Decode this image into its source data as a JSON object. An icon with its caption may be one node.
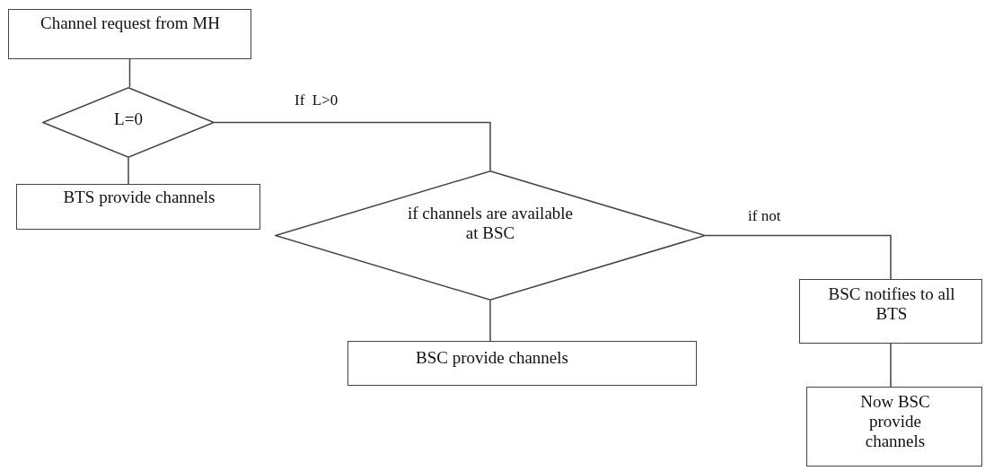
{
  "diagram": {
    "nodes": [
      {
        "text": [
          "Channel request from MH"
        ]
      },
      {
        "text": [
          "L=0"
        ]
      },
      {
        "text": [
          "BTS provide channels"
        ]
      },
      {
        "text": [
          "if channels are available at BSC"
        ]
      },
      {
        "text": [
          "BSC provide channels"
        ]
      },
      {
        "text": [
          "BSC notifies to all BTS"
        ]
      },
      {
        "text": [
          "Now BSC provide channels"
        ]
      }
    ],
    "edges": [
      {
        "from": 0,
        "to": 1,
        "arrow": "none"
      },
      {
        "from": 1,
        "to": 2,
        "arrow": "none"
      },
      {
        "from": 1,
        "to": 3,
        "arrow": "none",
        "label": "If  L>0"
      },
      {
        "from": 3,
        "to": 4,
        "arrow": "none"
      },
      {
        "from": 3,
        "to": 5,
        "arrow": "none",
        "label": "if not"
      },
      {
        "from": 5,
        "to": 6,
        "arrow": "none"
      }
    ]
  }
}
